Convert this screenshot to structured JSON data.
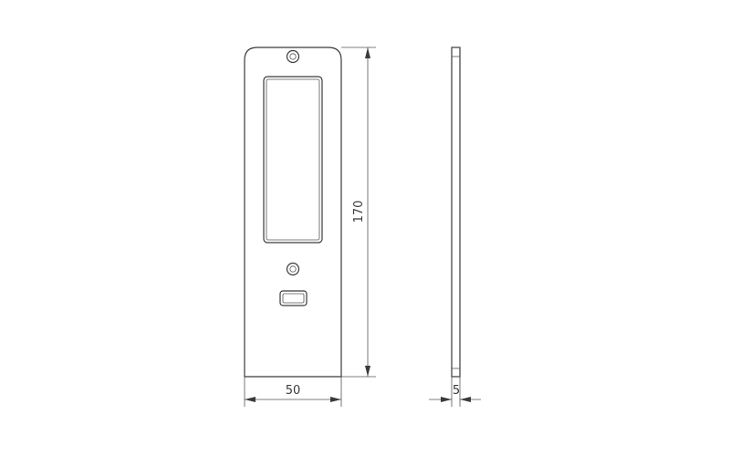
{
  "dimensions": {
    "height_label": "170",
    "width_label": "50",
    "thickness_label": "5"
  }
}
